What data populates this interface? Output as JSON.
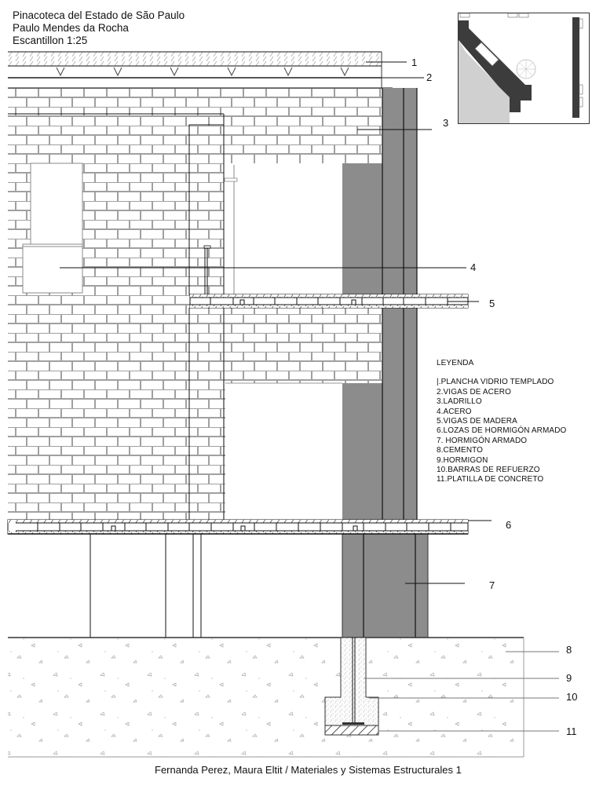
{
  "header": {
    "line1": "Pinacoteca del Estado de São Paulo",
    "line2": "Paulo Mendes da Rocha",
    "line3": "Escantillon 1:25"
  },
  "callouts": [
    "1",
    "2",
    "3",
    "4",
    "5",
    "6",
    "7",
    "8",
    "9",
    "10",
    "11"
  ],
  "legend": {
    "title": "LEYENDA",
    "items": [
      "|.PLANCHA VIDRIO TEMPLADO",
      "2.VIGAS DE ACERO",
      "3.LADRILLO",
      "4.ACERO",
      "5.VIGAS DE MADERA",
      "6.LOZAS DE HORMIGÓN ARMADO",
      "7. HORMIGÓN ARMADO",
      "8.CEMENTO",
      "9.HORMIGON",
      "10.BARRAS DE REFUERZO",
      "11.PLATILLA DE CONCRETO"
    ]
  },
  "footer": "Fernanda Perez, Maura Eltit / Materiales y Sistemas Estructurales 1",
  "colors": {
    "concrete_gray": "#8c8c8c",
    "dark_gray": "#3c3c3c",
    "light_gray": "#d0d0d0",
    "brick_line": "#a0a0a0",
    "line": "#111111"
  }
}
